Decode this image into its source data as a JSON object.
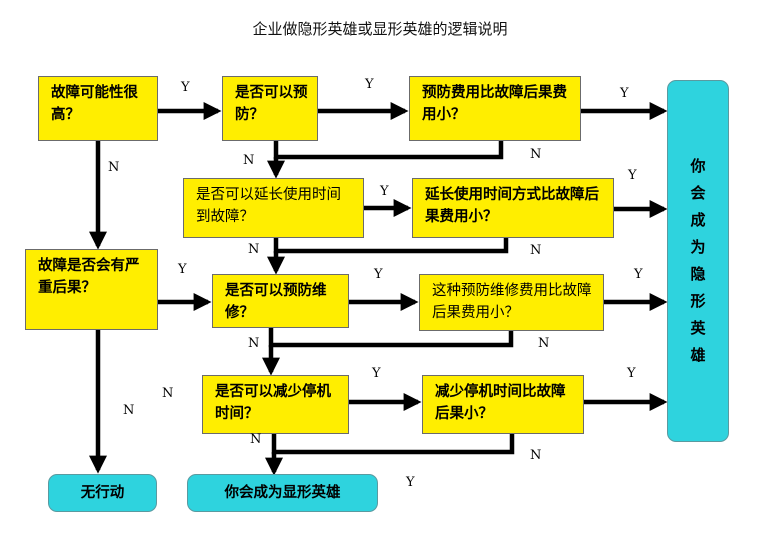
{
  "title": "企业做隐形英雄或显形英雄的逻辑说明",
  "boxes": {
    "q1": "故障可能性很高？",
    "q2": "是否可以预防？",
    "q3": "预防费用比故障后果费用小？",
    "q4": "是否可以延长使用时间到故障？",
    "q5": "延长使用时间方式比故障后果费用小？",
    "q6": "故障是否会有严重后果？",
    "q7": "是否可以预防维修？",
    "q8": "这种预防维修费用比故障后果费用小？",
    "q9": "是否可以减少停机时间？",
    "q10": "减少停机时间比故障后果小？",
    "no_action": "无行动",
    "visible_hero": "你会成为显形英雄",
    "hidden_hero": "你会成为隐形英雄"
  },
  "labels": {
    "yes": "Y",
    "no": "N"
  },
  "colors": {
    "decision_fill": "#ffee00",
    "outcome_fill": "#2ed3de",
    "arrow": "#000000"
  }
}
